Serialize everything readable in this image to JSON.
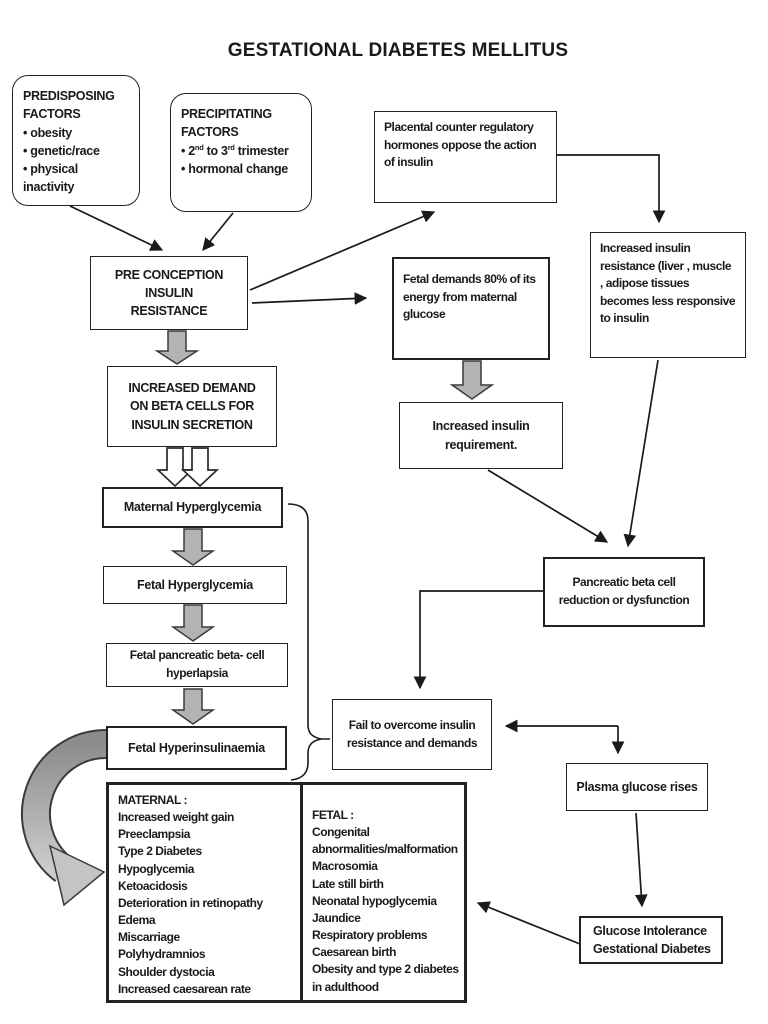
{
  "title": "GESTATIONAL DIABETES MELLITUS",
  "colors": {
    "background": "#ffffff",
    "box_border": "#222222",
    "text": "#1a1a1a",
    "thin_line": "#1a1a1a",
    "block_arrow_fill": "#b3b3b3",
    "curved_arrow_dark": "#8c8c8c",
    "curved_arrow_light": "#cccccc"
  },
  "nodes": {
    "predisposing": {
      "heading": "PREDISPOSING FACTORS",
      "items": [
        "• obesity",
        "• genetic/race",
        "• physical inactivity"
      ]
    },
    "precipitating": {
      "heading": "PRECIPITATING FACTORS",
      "trimester": {
        "a": "• 2",
        "a_sup": "nd",
        "b": " to 3",
        "b_sup": "rd",
        "c": " trimester"
      },
      "item2": "• hormonal change"
    },
    "placental": {
      "text": "Placental counter regulatory hormones oppose the action of insulin"
    },
    "insulin_resistance": {
      "text": "Increased insulin resistance (liver , muscle , adipose tissues becomes less responsive to insulin"
    },
    "pre_conception": {
      "lines": [
        "PRE CONCEPTION",
        "INSULIN",
        "RESISTANCE"
      ]
    },
    "fetal_demands": {
      "text": "Fetal demands 80% of its energy from maternal glucose"
    },
    "increased_demand": {
      "lines": [
        "INCREASED DEMAND",
        "ON BETA CELLS FOR",
        "INSULIN SECRETION"
      ]
    },
    "insulin_requirement": {
      "lines": [
        "Increased insulin",
        "requirement."
      ]
    },
    "maternal_hyperglycemia": {
      "text": "Maternal Hyperglycemia"
    },
    "fetal_hyperglycemia": {
      "text": "Fetal Hyperglycemia"
    },
    "fetal_pancreatic": {
      "lines": [
        "Fetal pancreatic beta- cell",
        "hyperlapsia"
      ]
    },
    "fetal_hyperinsulinaemia": {
      "text": "Fetal Hyperinsulinaemia"
    },
    "pancreatic_beta": {
      "lines": [
        "Pancreatic beta cell",
        "reduction or dysfunction"
      ]
    },
    "fail_overcome": {
      "lines": [
        "Fail to overcome insulin",
        "resistance and demands"
      ]
    },
    "plasma_glucose": {
      "text": "Plasma glucose rises"
    },
    "glucose_intolerance": {
      "lines": [
        "Glucose Intolerance",
        "Gestational Diabetes"
      ]
    },
    "maternal_outcomes": {
      "heading": "MATERNAL :",
      "items": [
        "Increased weight gain",
        "Preeclampsia",
        "Type 2 Diabetes",
        "Hypoglycemia",
        "Ketoacidosis",
        "Deterioration in retinopathy",
        "Edema",
        "Miscarriage",
        "Polyhydramnios",
        "Shoulder dystocia",
        "Increased caesarean rate"
      ]
    },
    "fetal_outcomes": {
      "heading": "FETAL :",
      "items": [
        "Congenital abnormalities/malformation",
        "Macrosomia",
        "Late still birth",
        "Neonatal hypoglycemia",
        "Jaundice",
        "Respiratory problems",
        "Caesarean birth",
        "Obesity and type 2 diabetes in adulthood"
      ]
    }
  }
}
